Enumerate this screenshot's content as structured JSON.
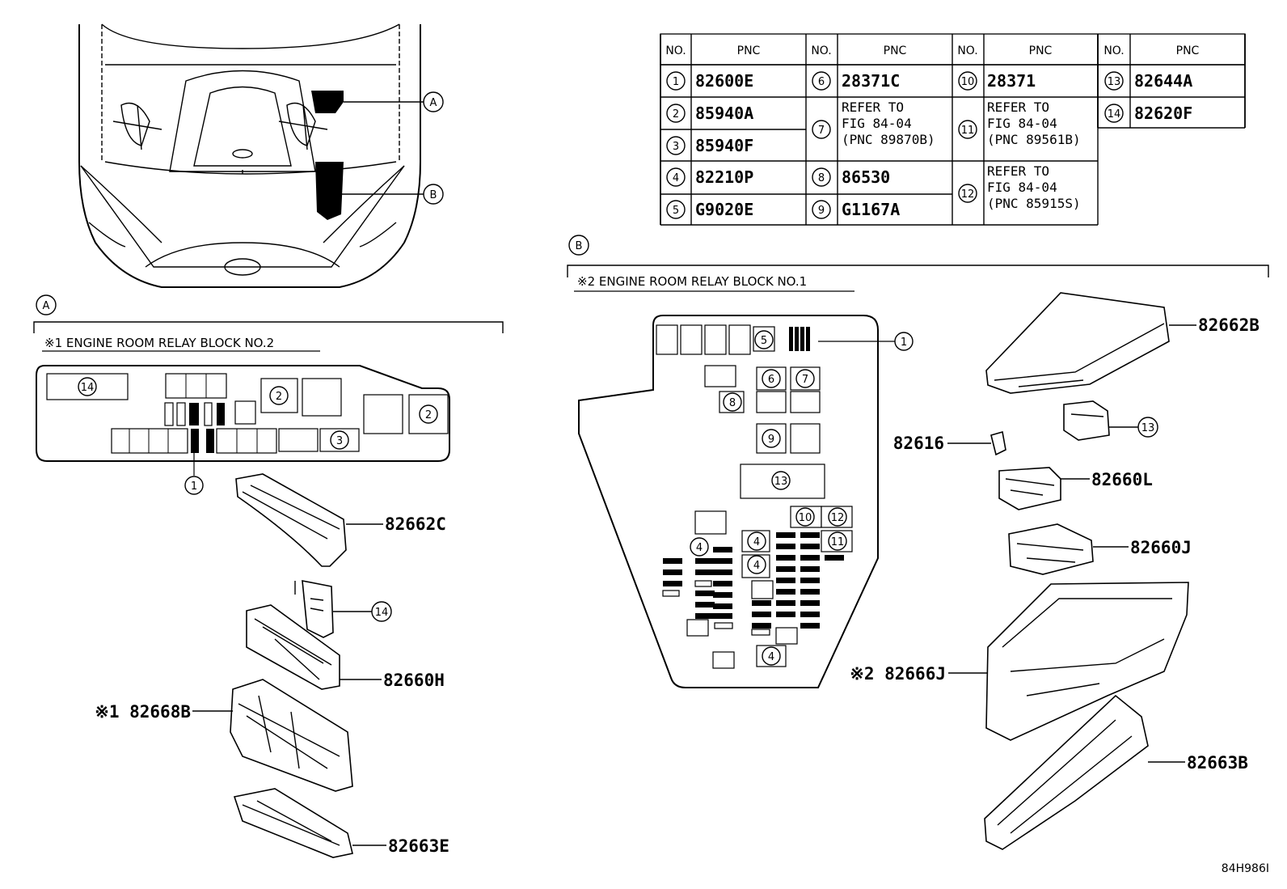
{
  "table": {
    "headers": [
      {
        "no": "NO.",
        "pnc": "PNC"
      },
      {
        "no": "NO.",
        "pnc": "PNC"
      },
      {
        "no": "NO.",
        "pnc": "PNC"
      },
      {
        "no": "NO.",
        "pnc": "PNC"
      }
    ],
    "rows": [
      {
        "no": "1",
        "pnc": "82600E"
      },
      {
        "no": "2",
        "pnc": "85940A"
      },
      {
        "no": "3",
        "pnc": "85940F"
      },
      {
        "no": "4",
        "pnc": "82210P"
      },
      {
        "no": "5",
        "pnc": "G9020E"
      },
      {
        "no": "6",
        "pnc": "28371C"
      },
      {
        "no": "7",
        "pnc": [
          "REFER TO",
          "FIG 84-04",
          "(PNC 89870B)"
        ]
      },
      {
        "no": "8",
        "pnc": "86530"
      },
      {
        "no": "9",
        "pnc": "G1167A"
      },
      {
        "no": "10",
        "pnc": "28371"
      },
      {
        "no": "11",
        "pnc": [
          "REFER TO",
          "FIG 84-04",
          "(PNC 89561B)"
        ]
      },
      {
        "no": "12",
        "pnc": [
          "REFER TO",
          "FIG 84-04",
          "(PNC 85915S)"
        ]
      },
      {
        "no": "13",
        "pnc": "82644A"
      },
      {
        "no": "14",
        "pnc": "82620F"
      }
    ]
  },
  "section_a": {
    "marker": "A",
    "title": "※1 ENGINE ROOM RELAY BLOCK NO.2",
    "layout_numbers": [
      "14",
      "2",
      "2",
      "3",
      "1"
    ],
    "parts": [
      {
        "label": "82662C"
      },
      {
        "label": "14"
      },
      {
        "label": "82660H"
      },
      {
        "label": "※1 82668B"
      },
      {
        "label": "82663E"
      }
    ]
  },
  "section_b": {
    "marker": "B",
    "title": "※2 ENGINE ROOM RELAY BLOCK NO.1",
    "layout_numbers": [
      "5",
      "1",
      "6",
      "7",
      "8",
      "9",
      "13",
      "10",
      "12",
      "11",
      "4",
      "4",
      "4",
      "4"
    ],
    "parts": [
      {
        "label": "82662B"
      },
      {
        "label": "13"
      },
      {
        "label": "82616"
      },
      {
        "label": "82660L"
      },
      {
        "label": "82660J"
      },
      {
        "label": "※2 82666J"
      },
      {
        "label": "82663B"
      }
    ]
  },
  "car_markers": [
    "A",
    "B"
  ],
  "figure_code": "84H986I"
}
